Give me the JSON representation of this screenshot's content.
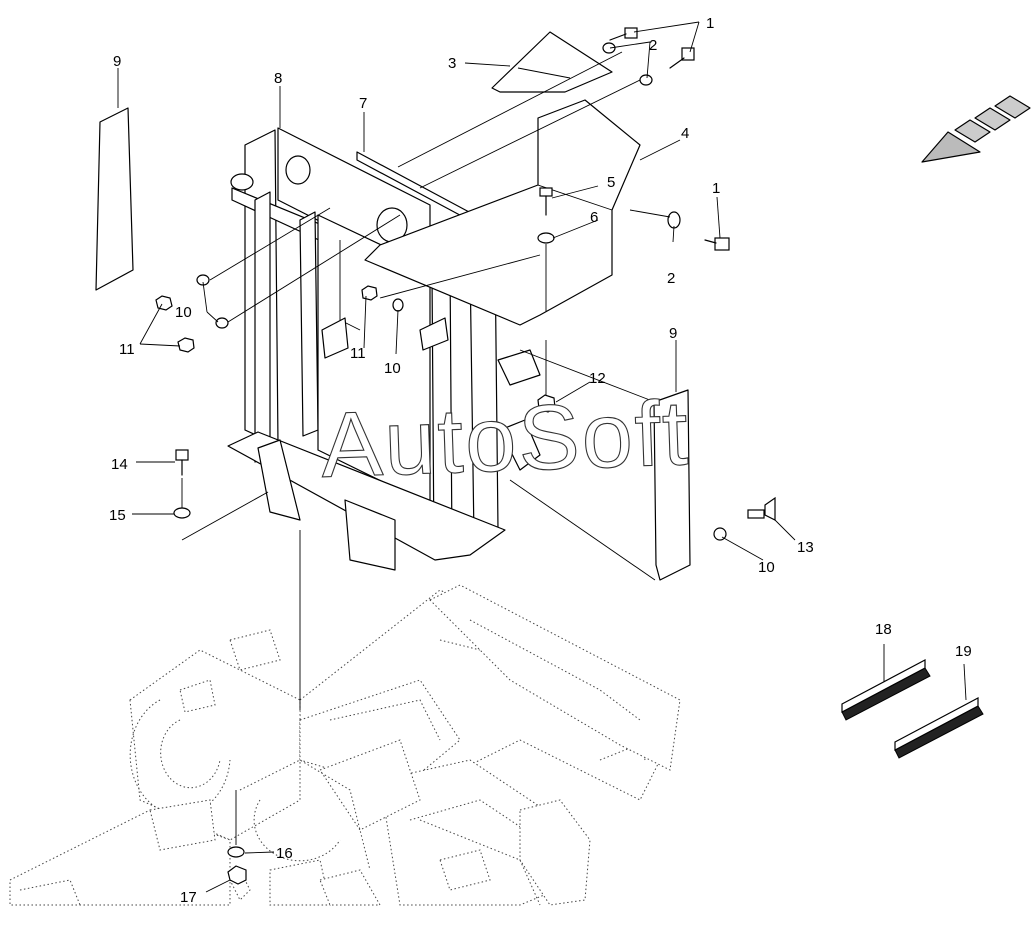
{
  "watermark": "AutoSoft",
  "callouts": {
    "c1a": "1",
    "c1b": "1",
    "c2a": "2",
    "c2b": "2",
    "c3": "3",
    "c4": "4",
    "c5": "5",
    "c6": "6",
    "c7": "7",
    "c8": "8",
    "c9a": "9",
    "c9b": "9",
    "c10a": "10",
    "c10b": "10",
    "c10c": "10",
    "c11a": "11",
    "c11b": "11",
    "c12": "12",
    "c13": "13",
    "c14": "14",
    "c15": "15",
    "c16": "16",
    "c17": "17",
    "c18": "18",
    "c19": "19"
  },
  "icons": {
    "direction": "direction-arrow-icon"
  }
}
